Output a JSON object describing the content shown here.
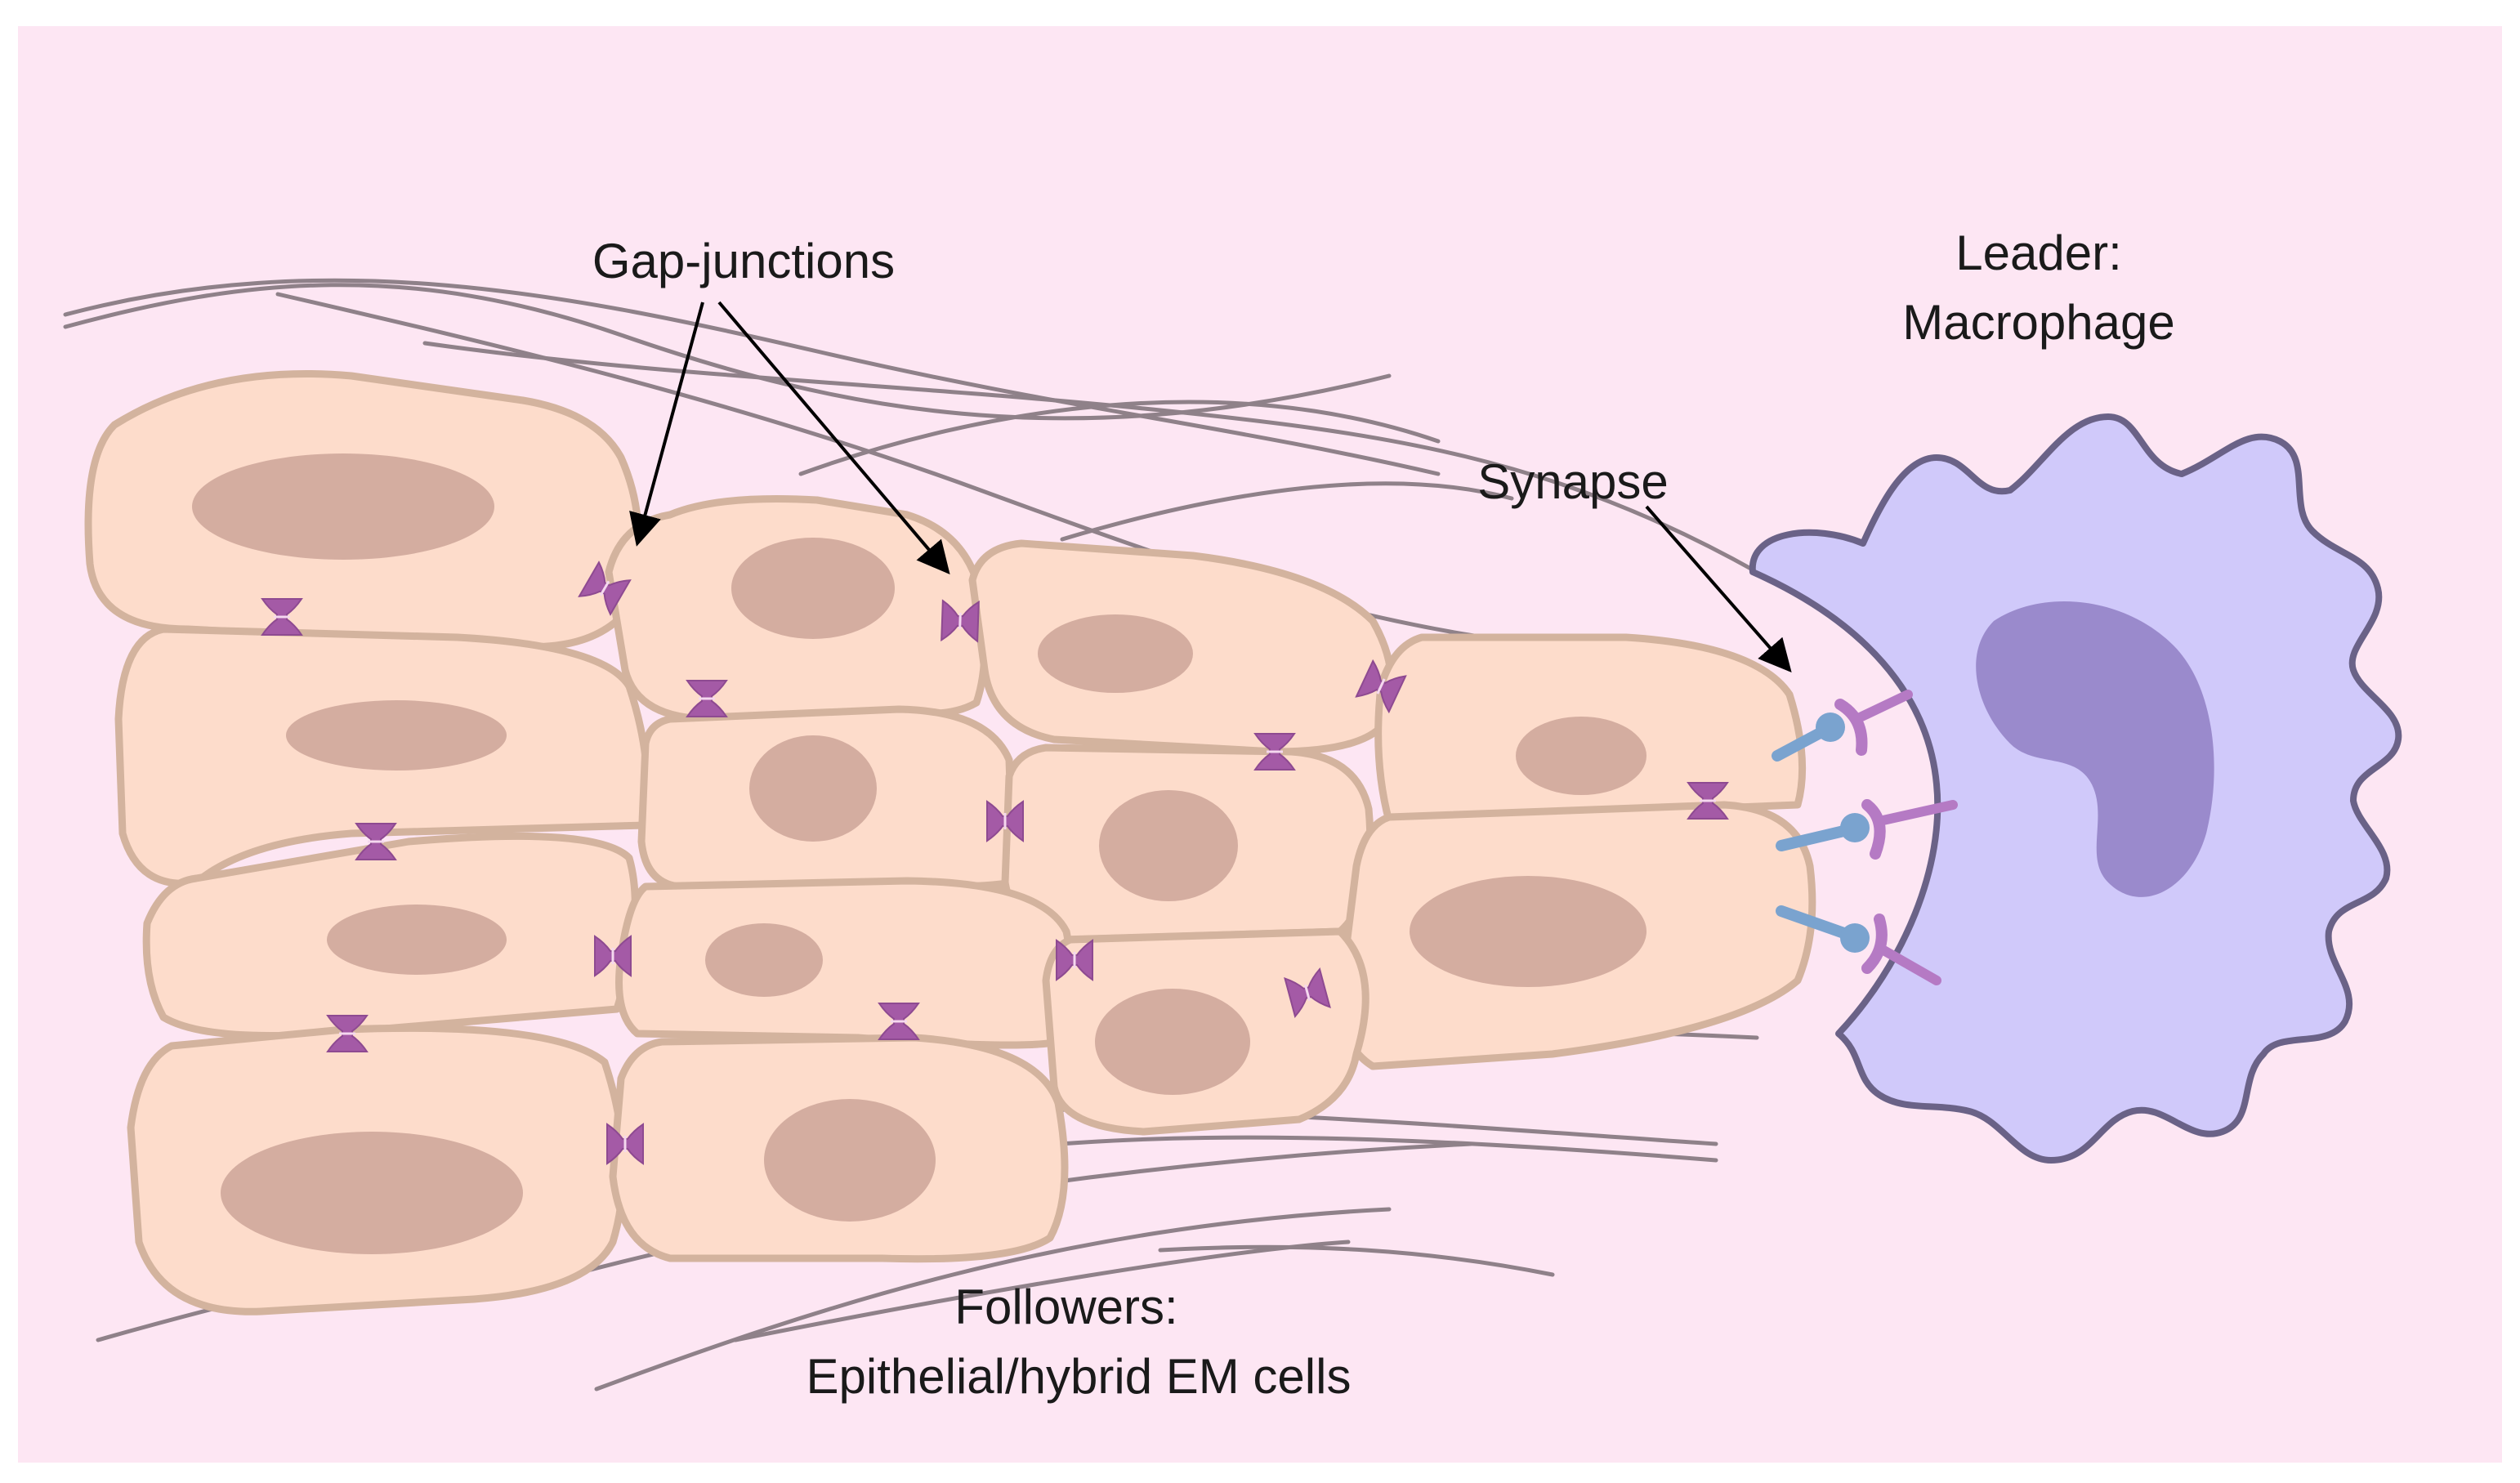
{
  "labels": {
    "gap_junctions": "Gap-junctions",
    "leader_line1": "Leader:",
    "leader_line2": "Macrophage",
    "synapse": "Synapse",
    "followers_line1": "Followers:",
    "followers_line2": "Epithelial/hybrid EM cells"
  },
  "colors": {
    "background": "#fde6f3",
    "epithelial_cell_fill": "#fddccb",
    "epithelial_cell_outline": "#d3b39e",
    "nucleus": "#d4ada0",
    "gap_junction": "#a45aa6",
    "macrophage_fill": "#d0c9fa",
    "macrophage_outline": "#6a6287",
    "macrophage_nucleus": "#9a8acc",
    "synapse_receptor_blue": "#7aa3cf",
    "synapse_receptor_purple": "#b57ac4",
    "fiber": "#8f8189"
  },
  "icons": [
    "gap-junction-icon",
    "synapse-receptor-icon",
    "macrophage-cell-icon",
    "epithelial-cell-icon"
  ]
}
